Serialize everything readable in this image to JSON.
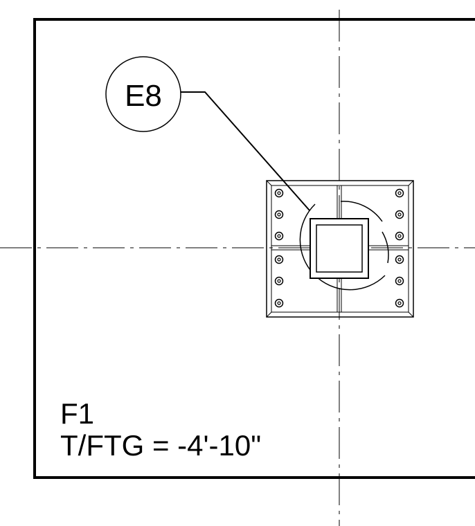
{
  "callout": {
    "tag": "E8"
  },
  "footing": {
    "mark": "F1",
    "elevation": "T/FTG =  -4'-10\""
  },
  "colors": {
    "line": "#000000",
    "background": "#ffffff"
  }
}
